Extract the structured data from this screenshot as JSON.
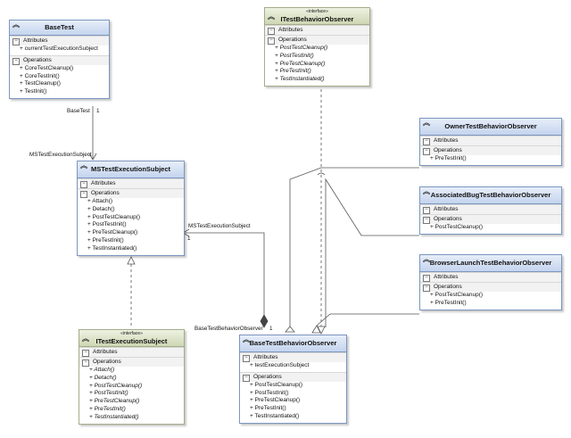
{
  "section_labels": {
    "attributes": "Attributes",
    "operations": "Operations"
  },
  "stereotype": "«interface»",
  "classes": {
    "base_test": {
      "name": "BaseTest",
      "attributes": [
        "+ currentTestExecutionSubject"
      ],
      "operations": [
        "+ CoreTestCleanup()",
        "+ CoreTestInit()",
        "+ TestCleanup()",
        "+ TestInit()"
      ]
    },
    "itest_behavior_observer": {
      "name": "ITestBehaviorObserver",
      "operations": [
        "+ PostTestCleanup()",
        "+ PostTestInit()",
        "+ PreTestCleanup()",
        "+ PreTestInit()",
        "+ TestInstantiated()"
      ]
    },
    "mstest_execution_subject": {
      "name": "MSTestExecutionSubject",
      "operations": [
        "+ Attach()",
        "+ Detach()",
        "+ PostTestCleanup()",
        "+ PostTestInit()",
        "+ PreTestCleanup()",
        "+ PreTestInit()",
        "+ TestInstantiated()"
      ]
    },
    "itest_execution_subject": {
      "name": "ITestExecutionSubject",
      "operations": [
        "+ Attach()",
        "+ Detach()",
        "+ PostTestCleanup()",
        "+ PostTestInit()",
        "+ PreTestCleanup()",
        "+ PreTestInit()",
        "+ TestInstantiated()"
      ]
    },
    "owner_test_behavior_observer": {
      "name": "OwnerTestBehaviorObserver",
      "operations": [
        "+ PreTestInit()"
      ]
    },
    "associated_bug_test_behavior_observer": {
      "name": "AssociatedBugTestBehaviorObserver",
      "operations": [
        "+ PostTestCleanup()"
      ]
    },
    "browser_launch_test_behavior_observer": {
      "name": "BrowserLaunchTestBehaviorObserver",
      "operations": [
        "+ PostTestCleanup()",
        "+ PreTestInit()"
      ]
    },
    "base_test_behavior_observer": {
      "name": "BaseTestBehaviorObserver",
      "attributes": [
        "+ testExecutionSubject"
      ],
      "operations": [
        "+ PostTestCleanup()",
        "+ PostTestInit()",
        "+ PreTestCleanup()",
        "+ PreTestInit()",
        "+ TestInstantiated()"
      ]
    }
  },
  "edge_labels": {
    "basetest_role": "BaseTest",
    "basetest_mult": "1",
    "mstest_role_top": "MSTestExecutionSubject",
    "mstest_role_right": "MSTestExecutionSubject",
    "mstest_mult_right": "1",
    "basetestbehaviorobserver_role": "BaseTestBehaviorObserver",
    "basetestbehaviorobserver_mult": "1"
  }
}
